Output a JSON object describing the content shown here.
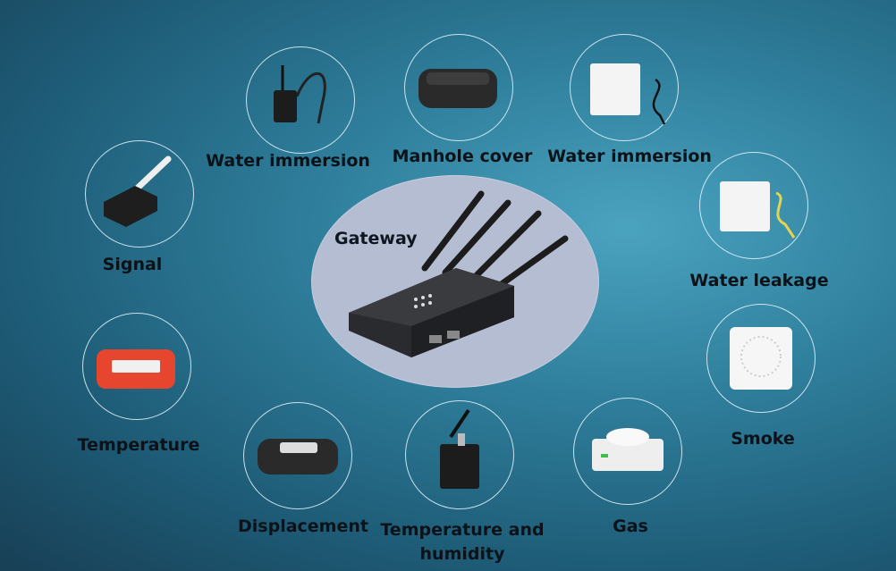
{
  "hub": {
    "label": "Gateway"
  },
  "devices": [
    {
      "id": "water-immersion-1",
      "label": "Water immersion"
    },
    {
      "id": "manhole-cover",
      "label": "Manhole cover"
    },
    {
      "id": "water-immersion-2",
      "label": "Water immersion"
    },
    {
      "id": "signal",
      "label": "Signal"
    },
    {
      "id": "water-leakage",
      "label": "Water leakage"
    },
    {
      "id": "temperature",
      "label": "Temperature"
    },
    {
      "id": "smoke",
      "label": "Smoke"
    },
    {
      "id": "displacement",
      "label": "Displacement"
    },
    {
      "id": "temp-humidity",
      "label": "Temperature and humidity"
    },
    {
      "id": "gas",
      "label": "Gas"
    }
  ]
}
